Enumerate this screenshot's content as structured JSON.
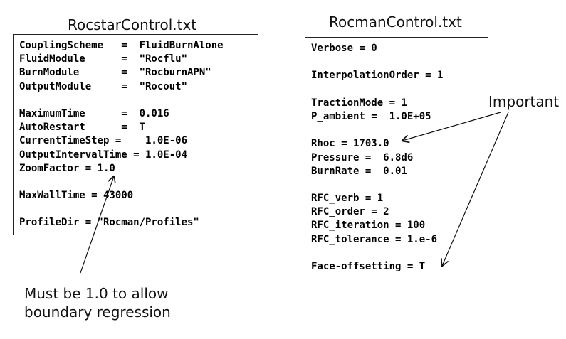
{
  "left_panel": {
    "title": "RocstarControl.txt",
    "lines": [
      "CouplingScheme   =  FluidBurnAlone",
      "FluidModule      =  \"Rocflu\"",
      "BurnModule       =  \"RocburnAPN\"",
      "OutputModule     =  \"Rocout\"",
      "",
      "MaximumTime      =  0.016",
      "AutoRestart      =  T",
      "CurrentTimeStep =    1.0E-06",
      "OutputIntervalTime = 1.0E-04",
      "ZoomFactor = 1.0",
      "",
      "MaxWallTime = 43000",
      "",
      "ProfileDir = \"Rocman/Profiles\""
    ]
  },
  "right_panel": {
    "title": "RocmanControl.txt",
    "lines": [
      "Verbose = 0",
      "",
      "InterpolationOrder = 1",
      "",
      "TractionMode = 1",
      "P_ambient =  1.0E+05",
      "",
      "Rhoc = 1703.0",
      "Pressure =  6.8d6",
      "BurnRate =  0.01",
      "",
      "RFC_verb = 1",
      "RFC_order = 2",
      "RFC_iteration = 100",
      "RFC_tolerance = 1.e-6",
      "",
      "Face-offsetting = T"
    ]
  },
  "annotations": {
    "zoom_note_line1": "Must be 1.0 to allow",
    "zoom_note_line2": "boundary regression",
    "important_label": "Important"
  },
  "colors": {
    "text": "#000000",
    "border": "#222222",
    "arrow": "#111111"
  }
}
